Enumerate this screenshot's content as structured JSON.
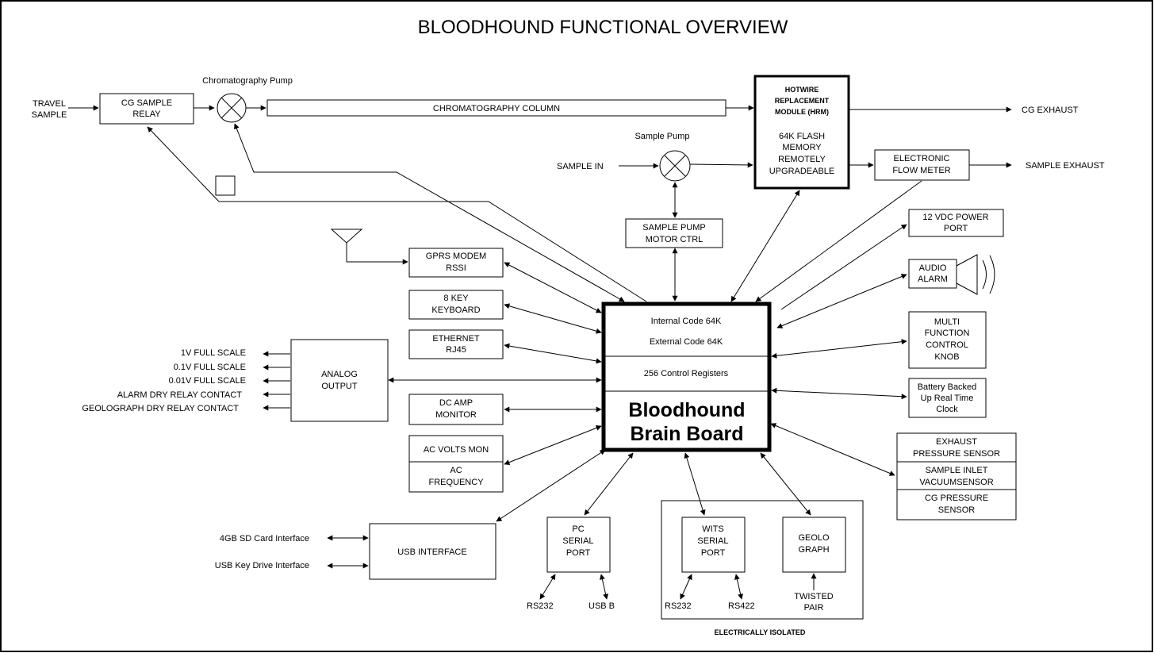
{
  "title": "BLOODHOUND FUNCTIONAL OVERVIEW",
  "blocks": {
    "travel_sample": [
      "TRAVEL",
      "SAMPLE"
    ],
    "cg_sample_relay": [
      "CG SAMPLE",
      "RELAY"
    ],
    "chromatography_pump": "Chromatography Pump",
    "chromatography_column": "CHROMATOGRAPHY COLUMN",
    "hrm_title": [
      "HOTWIRE",
      "REPLACEMENT",
      "MODULE (HRM)"
    ],
    "hrm_memory": [
      "64K FLASH",
      "MEMORY",
      "REMOTELY",
      "UPGRADEABLE"
    ],
    "cg_exhaust": "CG EXHAUST",
    "sample_pump": "Sample Pump",
    "sample_in": "SAMPLE IN",
    "electronic_flow_meter": [
      "ELECTRONIC",
      "FLOW METER"
    ],
    "sample_exhaust": "SAMPLE EXHAUST",
    "sample_pump_motor_ctrl": [
      "SAMPLE PUMP",
      "MOTOR CTRL"
    ],
    "power_port": [
      "12 VDC POWER",
      "PORT"
    ],
    "audio_alarm": [
      "AUDIO",
      "ALARM"
    ],
    "gprs_modem": [
      "GPRS MODEM",
      "RSSI"
    ],
    "keyboard": [
      "8 KEY",
      "KEYBOARD"
    ],
    "ethernet": [
      "ETHERNET",
      "RJ45"
    ],
    "analog_output": [
      "ANALOG",
      "OUTPUT"
    ],
    "analog_outputs": [
      "1V FULL SCALE",
      "0.1V FULL SCALE",
      "0.01V FULL SCALE",
      "ALARM DRY RELAY CONTACT",
      "GEOLOGRAPH DRY RELAY CONTACT"
    ],
    "dc_amp_monitor": [
      "DC AMP",
      "MONITOR"
    ],
    "ac_volts_mon": "AC VOLTS MON",
    "ac_frequency": [
      "AC",
      "FREQUENCY"
    ],
    "brain_internal": "Internal Code 64K",
    "brain_external": "External Code 64K",
    "brain_registers": "256 Control Registers",
    "brain_title": [
      "Bloodhound",
      "Brain Board"
    ],
    "multi_knob": [
      "MULTI",
      "FUNCTION",
      "CONTROL",
      "KNOB"
    ],
    "rtc": [
      "Battery Backed",
      "Up Real Time",
      "Clock"
    ],
    "exhaust_sensor": [
      "EXHAUST",
      "PRESSURE SENSOR"
    ],
    "inlet_sensor": [
      "SAMPLE INLET",
      "VACUUMSENSOR"
    ],
    "cg_sensor": [
      "CG PRESSURE",
      "SENSOR"
    ],
    "usb_interface": "USB INTERFACE",
    "sd_card": "4GB SD Card Interface",
    "usb_key": "USB Key Drive Interface",
    "pc_serial": [
      "PC",
      "SERIAL",
      "PORT"
    ],
    "pc_rs232": "RS232",
    "pc_usbb": "USB B",
    "wits_serial": [
      "WITS",
      "SERIAL",
      "PORT"
    ],
    "wits_rs232": "RS232",
    "wits_rs422": "RS422",
    "geolograph": [
      "GEOLO",
      "GRAPH"
    ],
    "twisted_pair": [
      "TWISTED",
      "PAIR"
    ],
    "electrically_isolated": "ELECTRICALLY ISOLATED"
  }
}
